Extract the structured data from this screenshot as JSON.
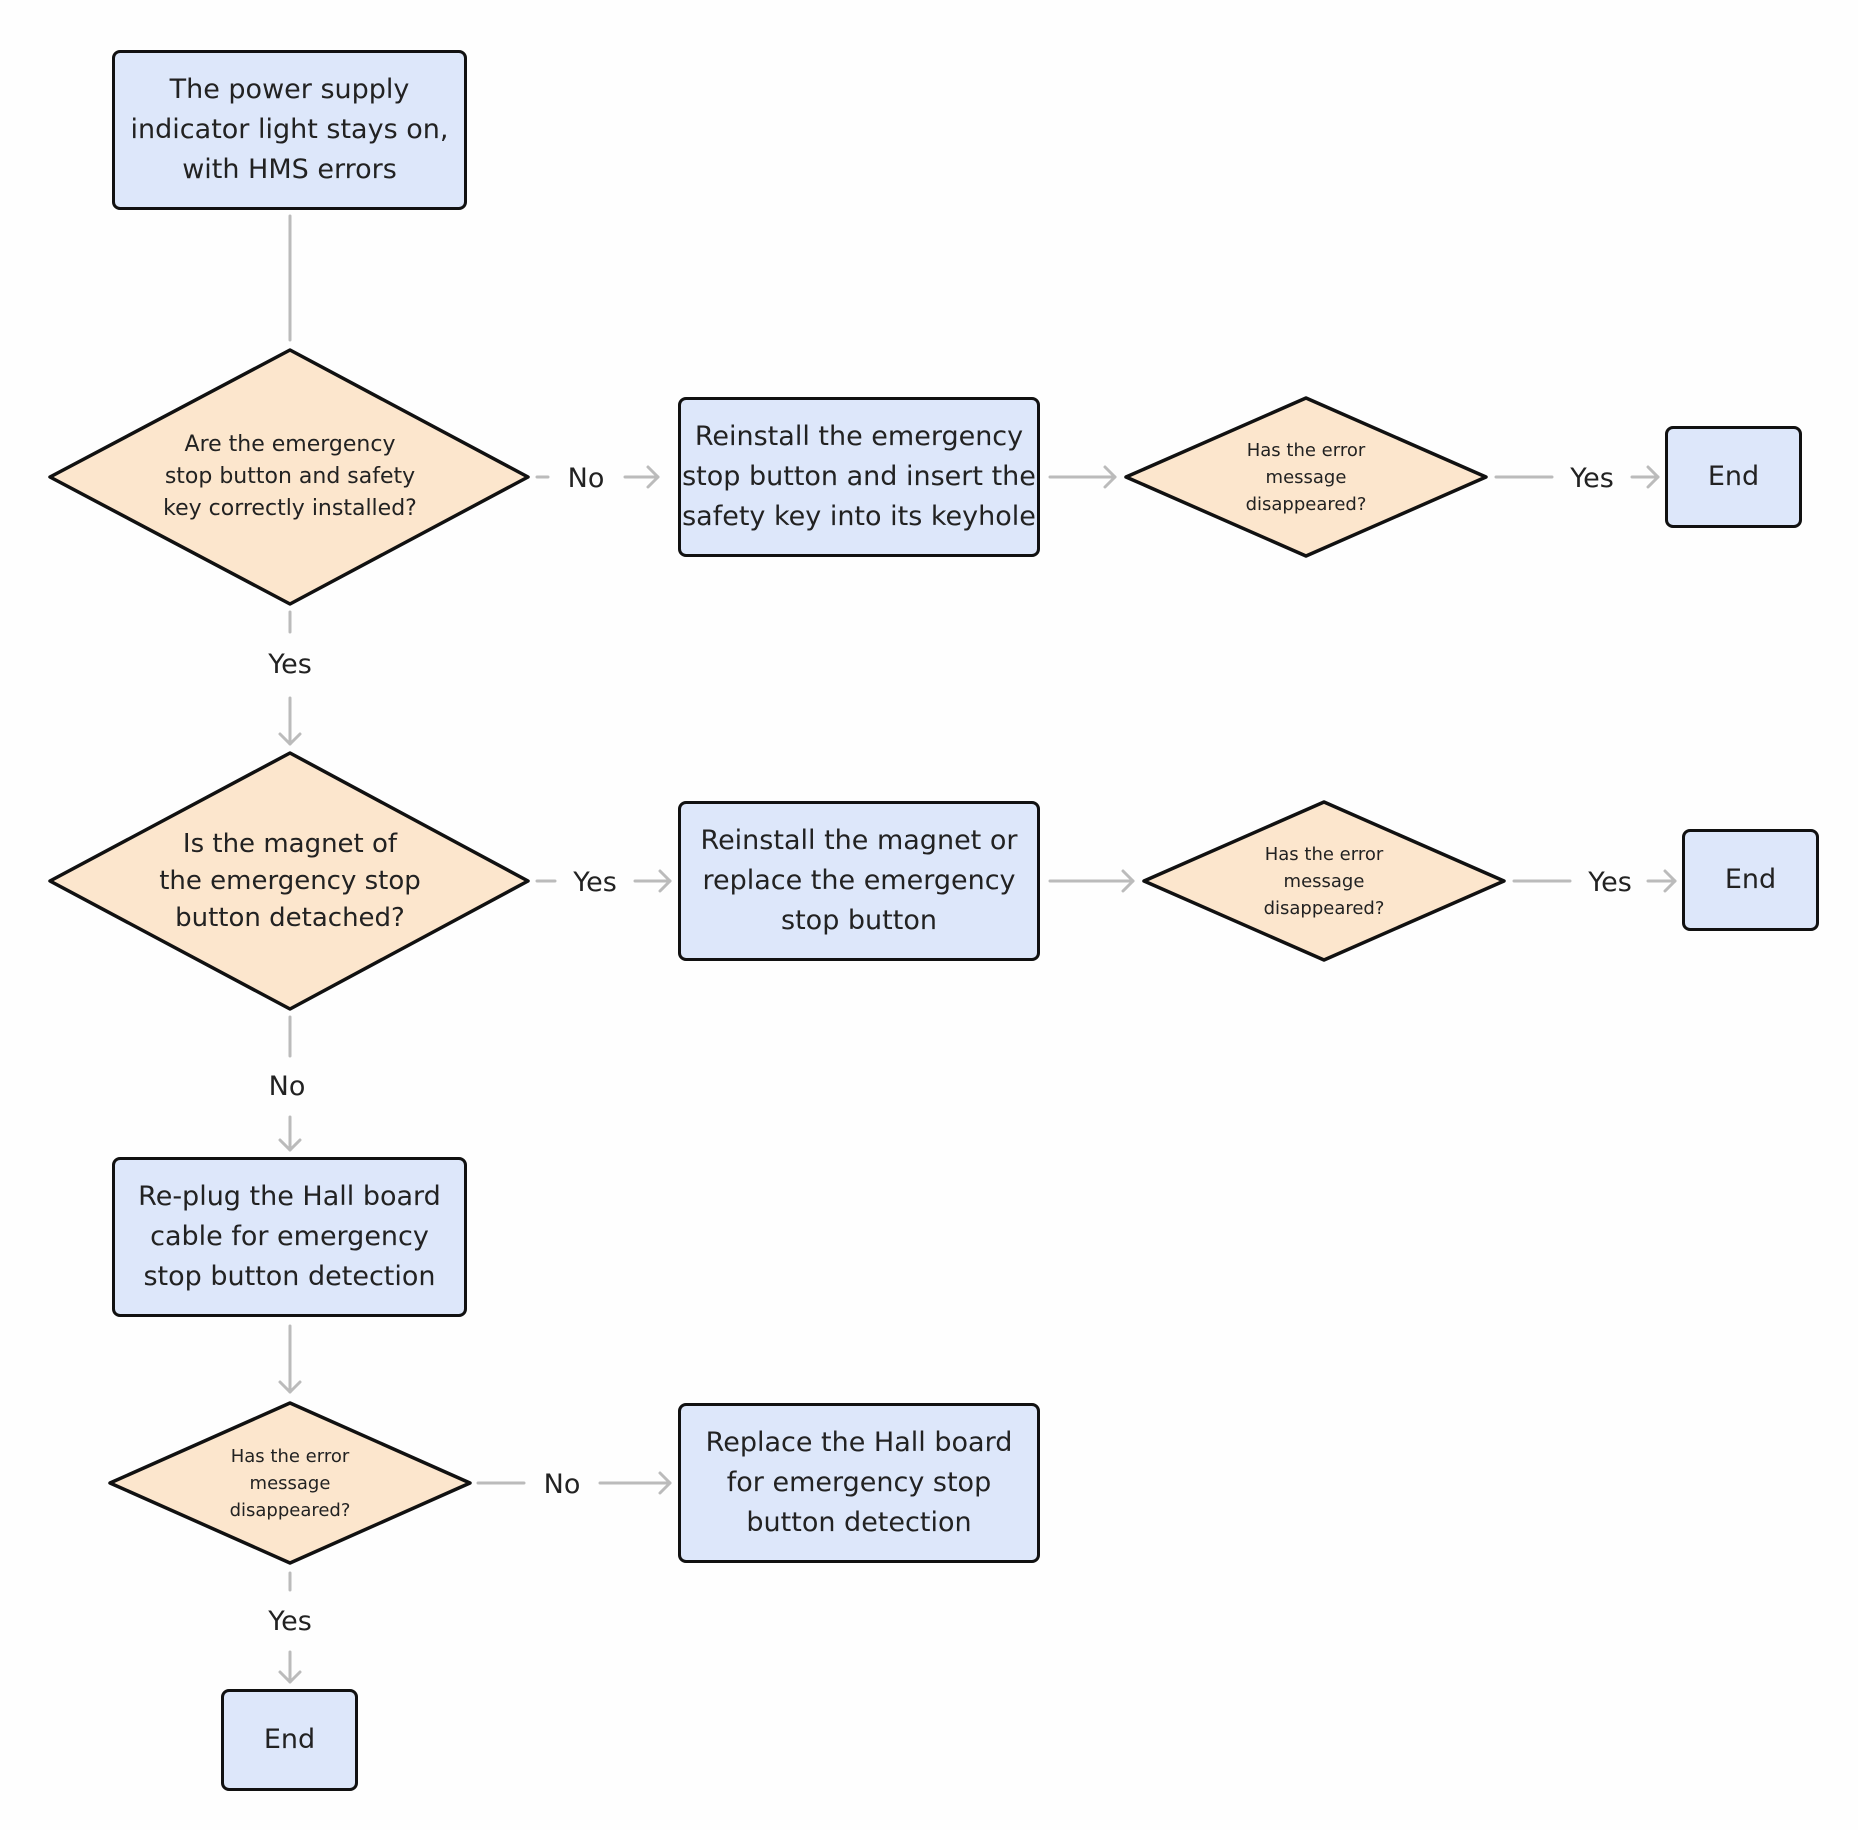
{
  "nodes": {
    "start": "The power supply\nindicator light stays on,\nwith HMS errors",
    "q_installed": "Are the emergency\nstop button and safety\nkey correctly installed?",
    "reinstall_key": "Reinstall the emergency\nstop button and insert the\nsafety key into its keyhole",
    "q_disappeared_1": "Has the error\nmessage\ndisappeared?",
    "end_1": "End",
    "q_magnet": "Is the magnet of\nthe emergency stop\nbutton detached?",
    "reinstall_magnet": "Reinstall the magnet or\nreplace the emergency\nstop button",
    "q_disappeared_2": "Has the error\nmessage\ndisappeared?",
    "end_2": "End",
    "replug_hall": "Re-plug the Hall board\ncable for emergency\nstop button detection",
    "q_disappeared_3": "Has the error\nmessage\ndisappeared?",
    "replace_hall": "Replace the Hall board\nfor emergency stop\nbutton detection",
    "end_3": "End"
  },
  "edges": {
    "installed_no": "No",
    "installed_yes": "Yes",
    "disappeared_1_yes": "Yes",
    "magnet_yes": "Yes",
    "magnet_no": "No",
    "disappeared_2_yes": "Yes",
    "disappeared_3_no": "No",
    "disappeared_3_yes": "Yes"
  },
  "colors": {
    "process_fill": "#dde7fa",
    "decision_fill": "#fce6cd",
    "border": "#111111",
    "connector": "#bbbbbb"
  }
}
